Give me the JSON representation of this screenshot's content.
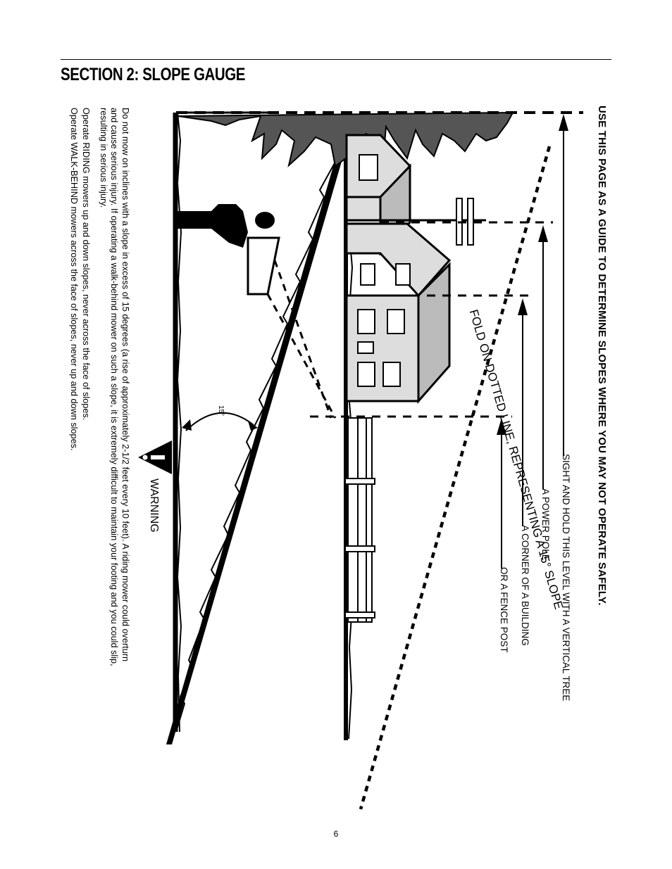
{
  "section_title": "SECTION 2:  SLOPE GAUGE",
  "headline": "USE THIS PAGE AS A GUIDE TO DETERMINE SLOPES WHERE YOU MAY NOT OPERATE SAFELY.",
  "guide_labels": [
    "SIGHT AND HOLD THIS LEVEL WITH A VERTICAL TREE",
    "A POWER POLE",
    "A CORNER OF A BUILDING",
    "OR A FENCE POST"
  ],
  "fold_label": "FOLD ON DOTTED LINE, REPRESENTING A 15° SLOPE",
  "angle_label": "15°",
  "warning": {
    "word": "WARNING",
    "lines": [
      "Do not mow on inclines with a slope in excess of 15 degrees (a rise of approximately 2-1/2 feet every 10 feet).   A riding mower could overturn",
      "and cause serious injury.   If operating a walk-behind mower on such a slope, it is extremely difficult to maintain your footing and you could slip,",
      "resulting in serious injury.",
      "Operate RIDING mowers up and down slopes, never across the face of slopes.",
      "Operate WALK-BEHIND mowers across the face of slopes, never up and down slopes."
    ]
  },
  "page_number": "6"
}
